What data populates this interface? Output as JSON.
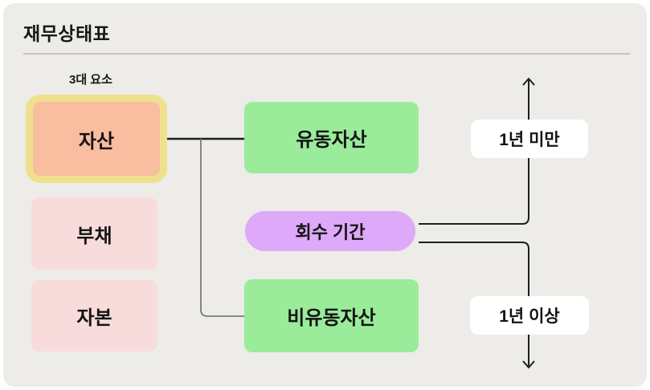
{
  "title": "재무상태표",
  "annotation": "3대 요소",
  "nodes": {
    "assets": "자산",
    "liabilities": "부채",
    "equity": "자본",
    "current_assets": "유동자산",
    "collection_period": "회수 기간",
    "noncurrent_assets": "비유동자산",
    "under_one_year": "1년 미만",
    "over_one_year": "1년 이상"
  },
  "colors": {
    "canvas_bg": "#EDECE9",
    "assets_fill": "#F9BD9F",
    "assets_highlight_border": "#EFE08E",
    "pink_fill": "#F8DCDB",
    "green_fill": "#9AEC9B",
    "purple_fill": "#DDA9F8",
    "tag_bg": "#FFFFFF",
    "line_dark": "#1E1E1E",
    "line_gray": "#7A7A78",
    "divider": "#C6C4C2",
    "text": "#171717"
  }
}
